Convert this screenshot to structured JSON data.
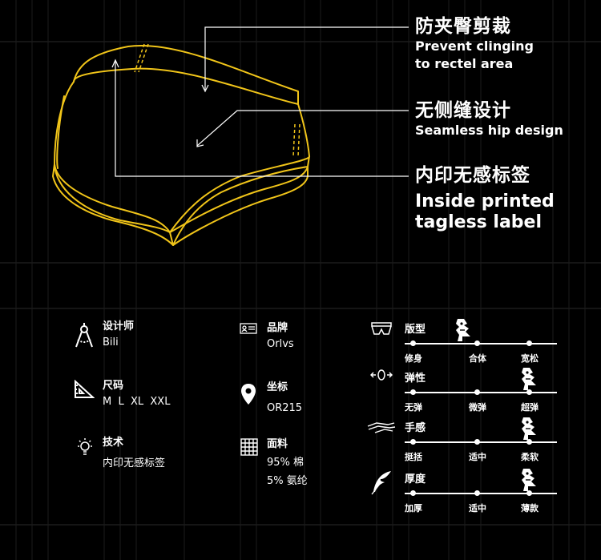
{
  "callouts": {
    "c1": {
      "cn": "防夹臀剪裁",
      "en1": "Prevent clinging",
      "en2": "to rectel area"
    },
    "c2": {
      "cn": "无侧缝设计",
      "en1": "Seamless hip design"
    },
    "c3": {
      "cn": "内印无感标签",
      "en1": "Inside printed",
      "en2": "tagless label"
    }
  },
  "specs": {
    "designer": {
      "label": "设计师",
      "value": "Bili",
      "icon": "compass-icon"
    },
    "brand": {
      "label": "品牌",
      "value": "Orlvs",
      "icon": "id-card-icon"
    },
    "size": {
      "label": "尺码",
      "value": "M  L  XL  XXL",
      "icon": "ruler-triangle-icon"
    },
    "origin": {
      "label": "坐标",
      "value": "OR215",
      "icon": "location-pin-icon"
    },
    "tech": {
      "label": "技术",
      "value": "内印无感标签",
      "icon": "lightbulb-icon"
    },
    "fabric": {
      "label": "面料",
      "value1": "95% 棉",
      "value2": "5% 氨纶",
      "icon": "grid-fabric-icon"
    }
  },
  "scales": [
    {
      "title": "版型",
      "labels": [
        "修身",
        "合体",
        "宽松"
      ],
      "level": 0.5,
      "icon": "briefs-icon"
    },
    {
      "title": "弹性",
      "labels": [
        "无弹",
        "微弹",
        "超弹"
      ],
      "level": 1.0,
      "icon": "stretch-icon"
    },
    {
      "title": "手感",
      "labels": [
        "挺括",
        "适中",
        "柔软"
      ],
      "level": 1.0,
      "icon": "hand-feel-icon"
    },
    {
      "title": "厚度",
      "labels": [
        "加厚",
        "适中",
        "薄款"
      ],
      "level": 1.0,
      "icon": "feather-icon"
    }
  ],
  "colors": {
    "background": "#000000",
    "outline": "#f0c419",
    "text": "#ffffff"
  }
}
